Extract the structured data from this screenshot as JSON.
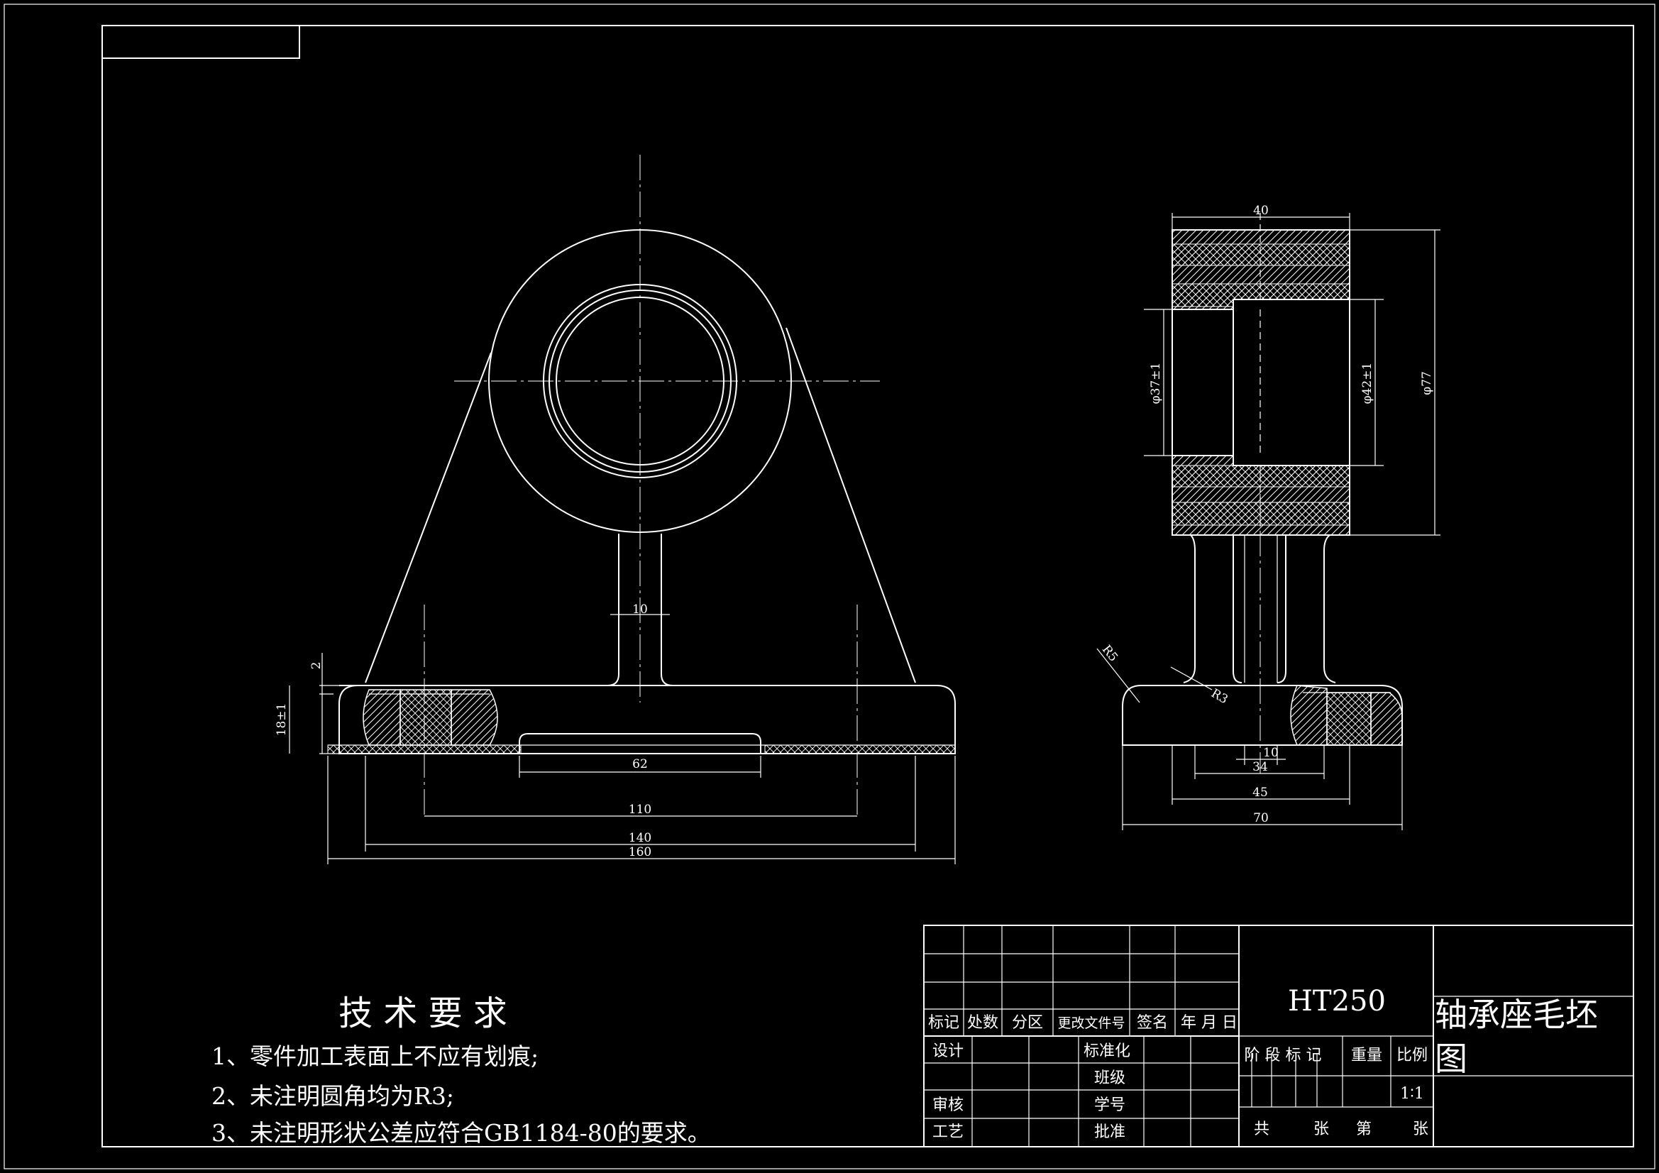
{
  "colors": {
    "background": "#000000",
    "lines": "#ffffff"
  },
  "dimensions_front": {
    "d10": "10",
    "d2": "2",
    "d18": "18±1",
    "d62": "62",
    "d110": "110",
    "d140": "140",
    "d160": "160"
  },
  "dimensions_side": {
    "d40": "40",
    "d37": "φ37±1",
    "d42": "φ42±1",
    "d77": "φ77",
    "r5": "R5",
    "r3": "R3",
    "d10": "10",
    "d34": "34",
    "d45": "45",
    "d70": "70"
  },
  "tech_requirements": {
    "title": "技 术 要 求",
    "items": [
      "1、零件加工表面上不应有划痕;",
      "2、未注明圆角均为R3;",
      "3、未注明形状公差应符合GB1184-80的要求。"
    ]
  },
  "title_block": {
    "material": "HT250",
    "part_name_line1": "轴承座毛坯",
    "part_name_line2": "图",
    "rev_headers": [
      "标记",
      "处数",
      "分区",
      "更改文件号",
      "签名",
      "年 月 日"
    ],
    "design": "设计",
    "check": "审核",
    "process": "工艺",
    "standardization": "标准化",
    "class": "班级",
    "student_id": "学号",
    "approve": "批准",
    "stage_label": "阶 段 标 记",
    "weight_label": "重量",
    "scale_label": "比例",
    "scale_value": "1∶1",
    "sheet_total": "共",
    "sheet_zhang1": "张",
    "sheet_no": "第",
    "sheet_zhang2": "张"
  }
}
